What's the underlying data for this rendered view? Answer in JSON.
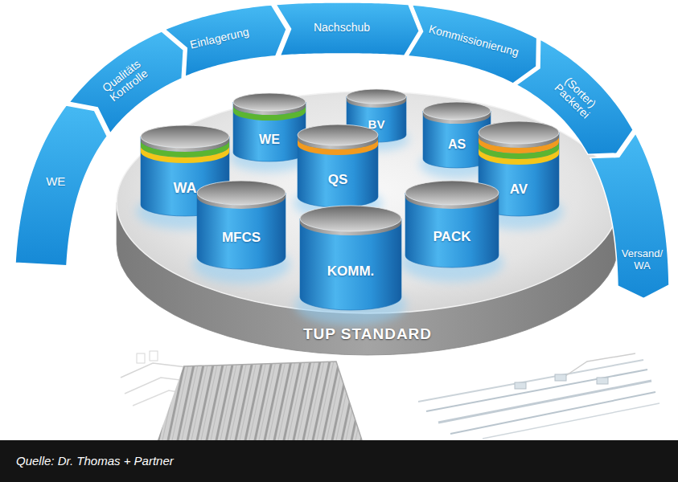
{
  "diagram": {
    "caption": "Quelle: Dr. Thomas + Partner",
    "nodes": [
      {
        "text": [
          "WE"
        ]
      },
      {
        "text": [
          "Qualitäts Kontrolle"
        ]
      },
      {
        "text": [
          "Einlagerung"
        ]
      },
      {
        "text": [
          "Nachschub"
        ]
      },
      {
        "text": [
          "Kommissionierung"
        ]
      },
      {
        "text": [
          "(Sorter) Packerei"
        ]
      },
      {
        "text": [
          "Versand/ WA"
        ]
      },
      {
        "text": [
          "TUP STANDARD"
        ]
      },
      {
        "text": [
          "WE"
        ],
        "in": 7
      },
      {
        "text": [
          "BV"
        ],
        "in": 7
      },
      {
        "text": [
          "AS"
        ],
        "in": 7
      },
      {
        "text": [
          "QS"
        ],
        "in": 7
      },
      {
        "text": [
          "WA"
        ],
        "in": 7
      },
      {
        "text": [
          "AV"
        ],
        "in": 7
      },
      {
        "text": [
          "MFCS"
        ],
        "in": 7
      },
      {
        "text": [
          "PACK"
        ],
        "in": 7
      },
      {
        "text": [
          "KOMM."
        ],
        "in": 7
      }
    ]
  }
}
